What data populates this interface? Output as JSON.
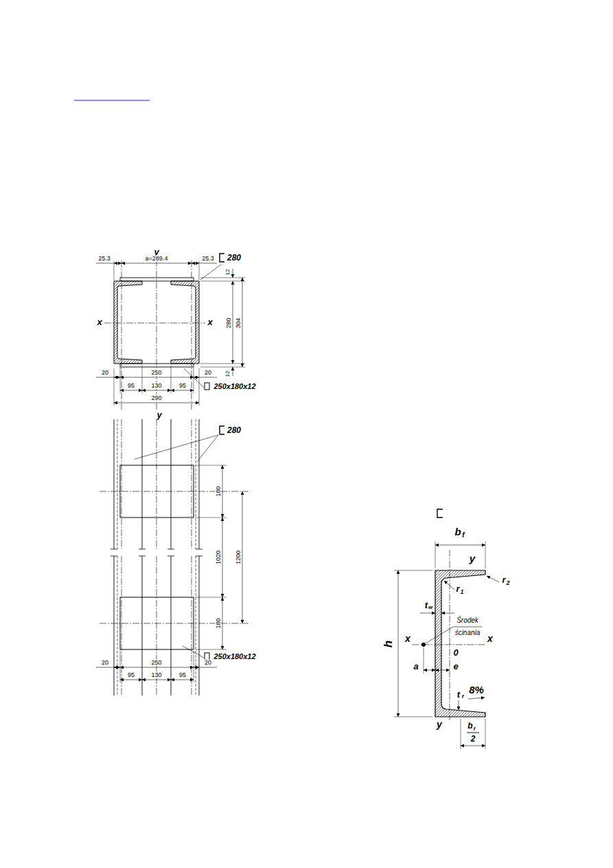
{
  "diagram": {
    "labels": [
      "y",
      "25.3",
      "a=289.4",
      "25.3",
      "280",
      "12",
      "x",
      "x",
      "280",
      "304",
      "12",
      "20",
      "250",
      "20",
      "95",
      "130",
      "95",
      "250x180x12",
      "290",
      "y",
      "280",
      "180",
      "1020",
      "1200",
      "180",
      "250x180x12",
      "20",
      "250",
      "20",
      "95",
      "130",
      "95",
      "b",
      "f",
      "y",
      "h",
      "r",
      "1",
      "r",
      "2",
      "t",
      "w",
      "Środek",
      "ścinania",
      "x",
      "0",
      "x",
      "a",
      "e",
      "t",
      "f",
      "8%",
      "y",
      "b",
      "f",
      "2"
    ]
  }
}
